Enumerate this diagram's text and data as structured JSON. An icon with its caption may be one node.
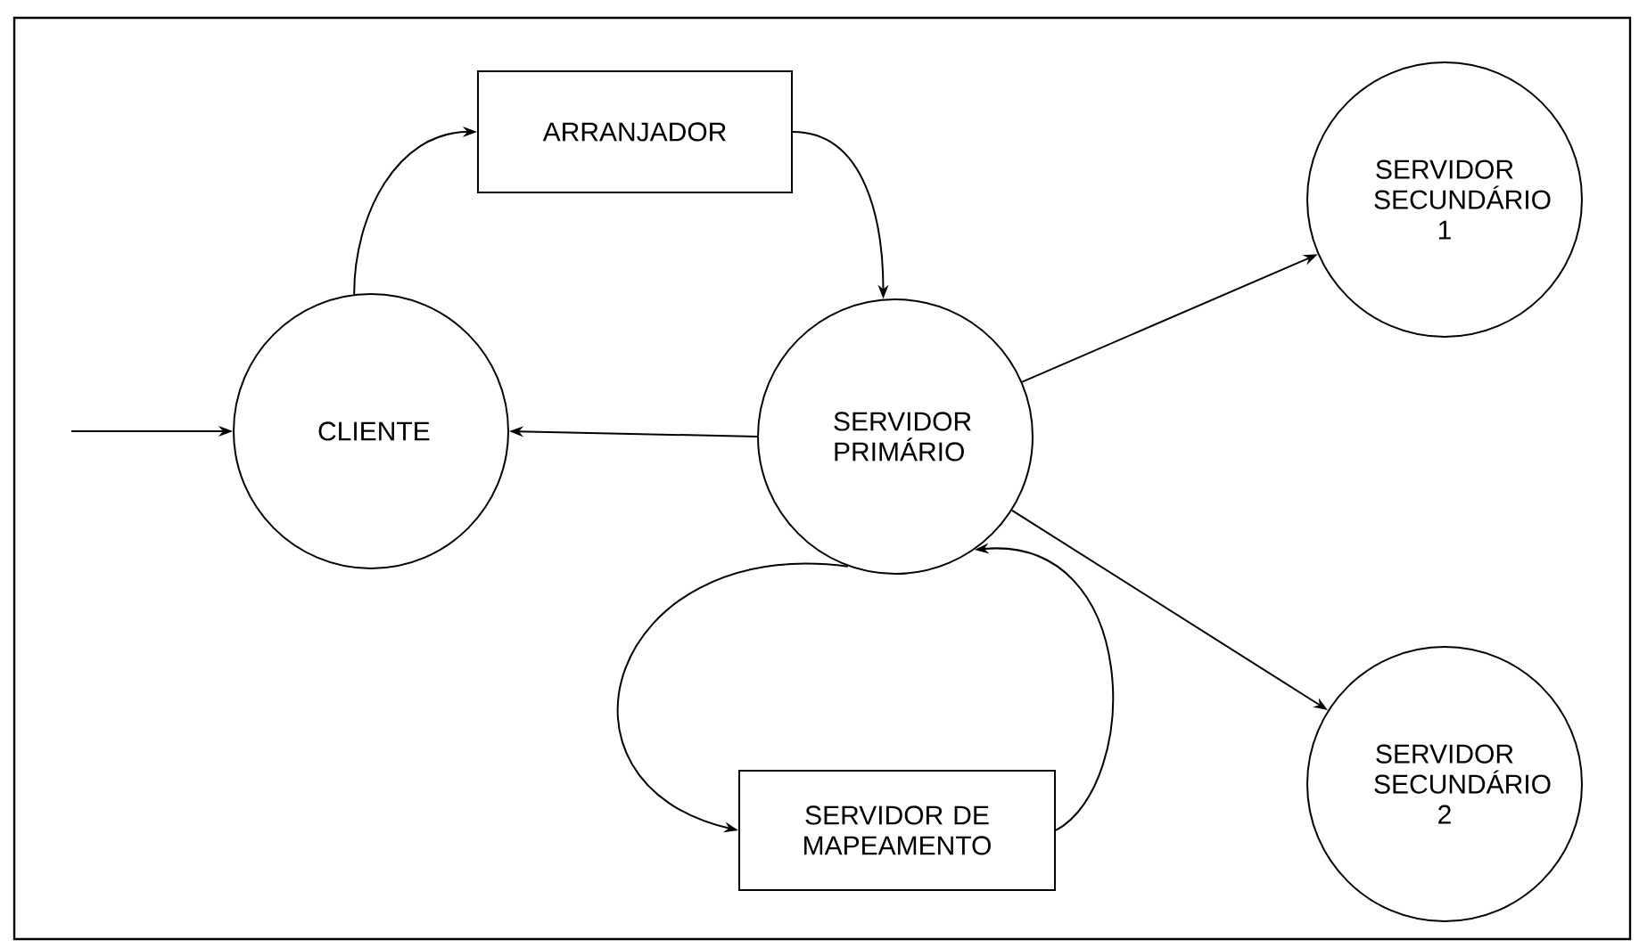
{
  "diagram": {
    "nodes": [
      {
        "text": [
          "CLIENTE"
        ]
      },
      {
        "text": [
          "ARRANJADOR"
        ]
      },
      {
        "text": [
          "SERVIDOR PRIMÁRIO"
        ]
      },
      {
        "text": [
          "SERVIDOR SECUNDÁRIO 1"
        ]
      },
      {
        "text": [
          "SERVIDOR SECUNDÁRIO 2"
        ]
      },
      {
        "text": [
          "SERVIDOR DE MAPEAMENTO"
        ]
      }
    ],
    "edges": [
      {
        "from": null,
        "to": 0,
        "arrow": "to"
      },
      {
        "from": 0,
        "to": 1,
        "arrow": "to"
      },
      {
        "from": 1,
        "to": 2,
        "arrow": "to"
      },
      {
        "from": 2,
        "to": 0,
        "arrow": "to"
      },
      {
        "from": 2,
        "to": 3,
        "arrow": "to"
      },
      {
        "from": 2,
        "to": 4,
        "arrow": "to"
      },
      {
        "from": 2,
        "to": 5,
        "arrow": "to"
      },
      {
        "from": 5,
        "to": 2,
        "arrow": "to"
      }
    ]
  }
}
